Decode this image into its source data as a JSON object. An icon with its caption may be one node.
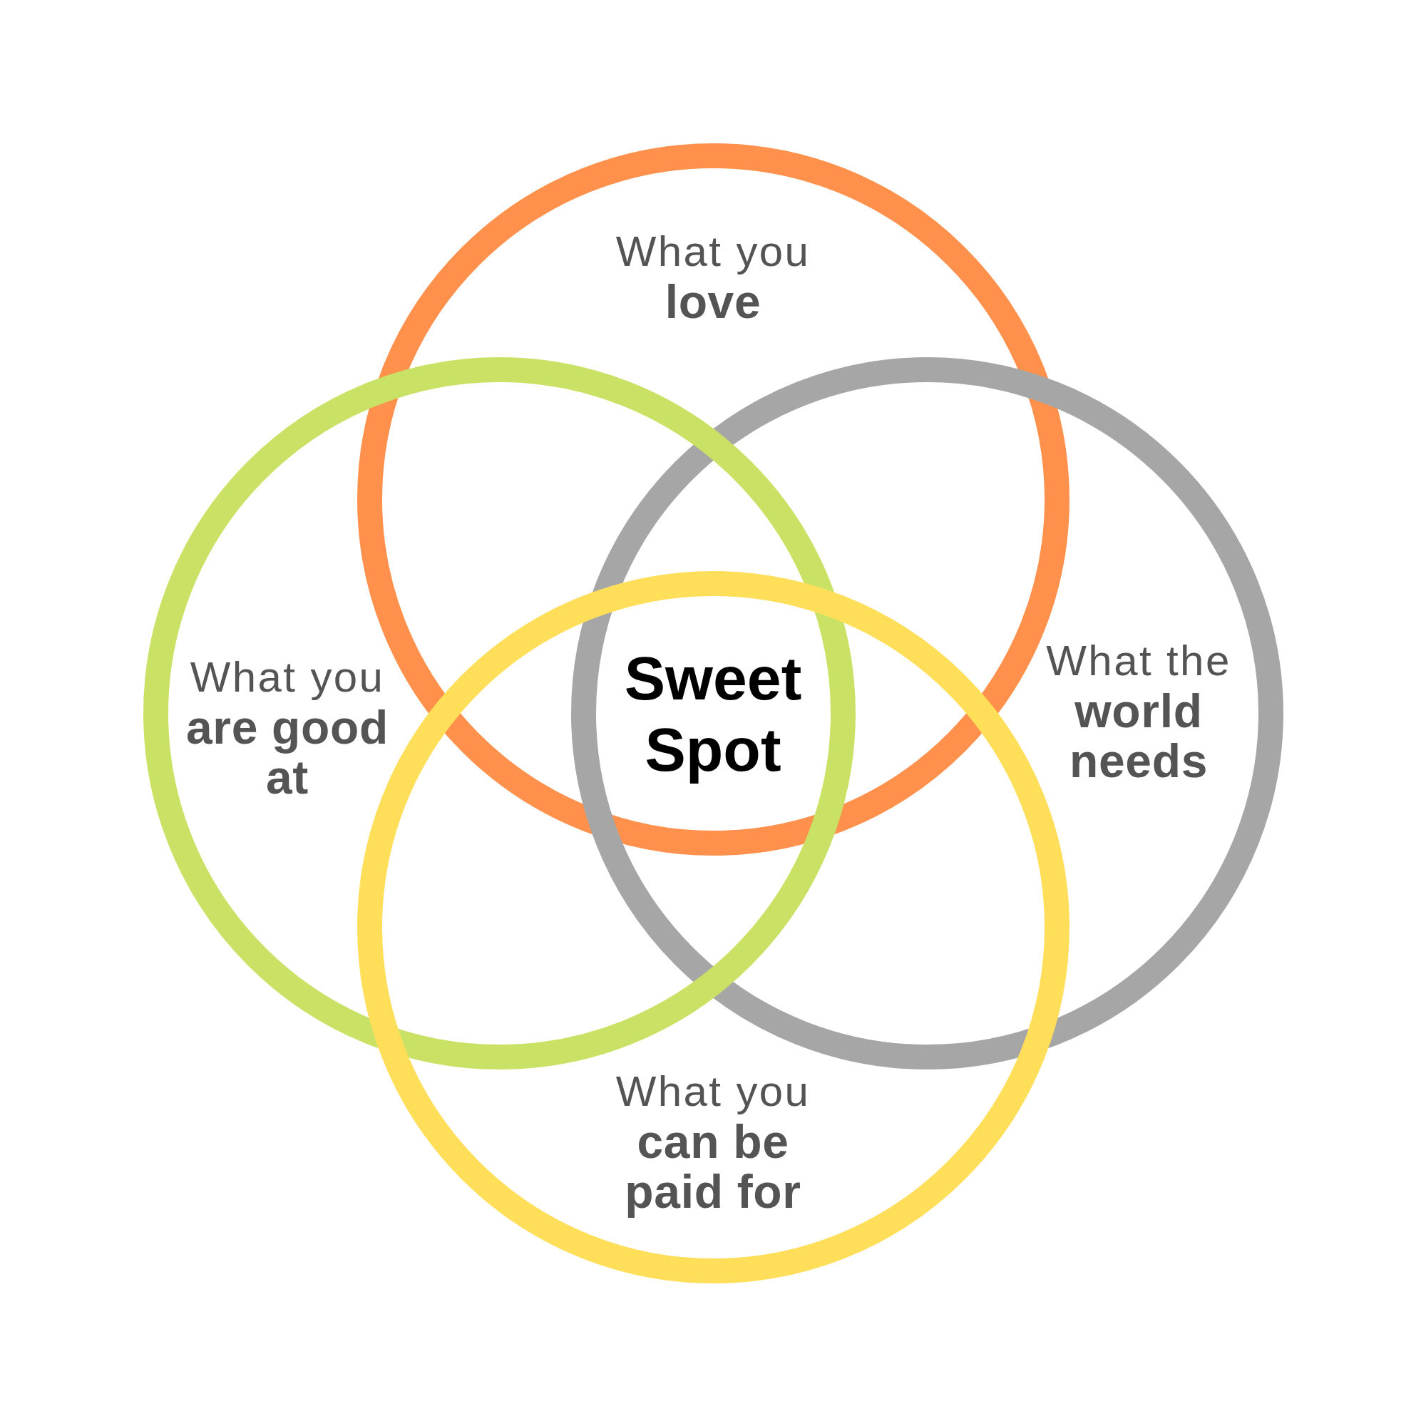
{
  "diagram": {
    "nodes": [
      {
        "text": [
          "What you",
          "love"
        ]
      },
      {
        "text": [
          "What you",
          "are good at"
        ]
      },
      {
        "text": [
          "What the",
          "world needs"
        ]
      },
      {
        "text": [
          "What you",
          "can be paid for"
        ]
      },
      {
        "text": [
          "Sweet Spot"
        ]
      }
    ]
  }
}
